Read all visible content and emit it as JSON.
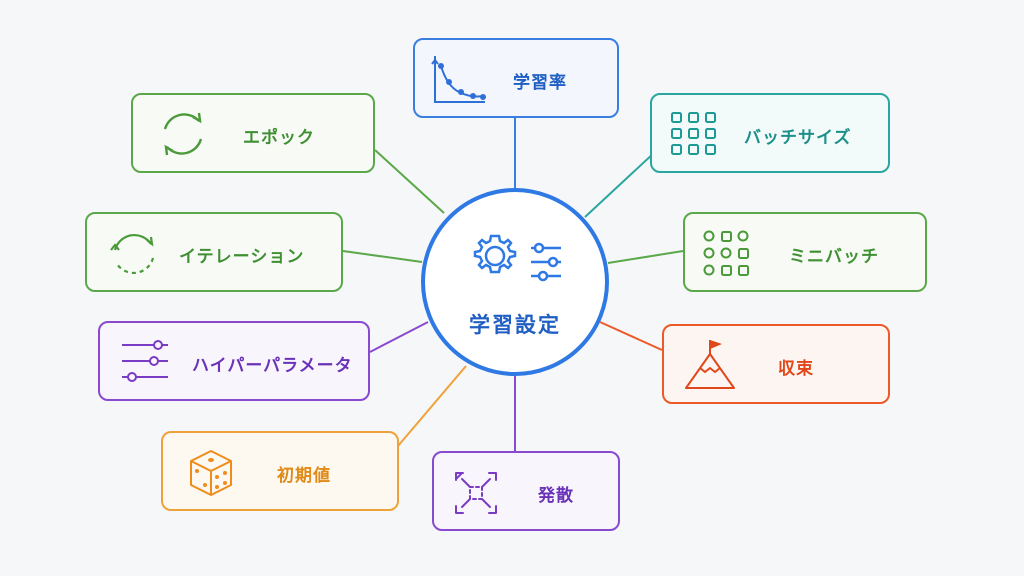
{
  "center": {
    "label": "学習設定",
    "icon": "gear-sliders-icon",
    "color": "#2f79e4"
  },
  "nodes": [
    {
      "id": "learning-rate",
      "label": "学習率",
      "icon": "decay-curve-icon",
      "color": "#3a7fe0"
    },
    {
      "id": "batch-size",
      "label": "バッチサイズ",
      "icon": "grid-icon",
      "color": "#2aa6a0"
    },
    {
      "id": "mini-batch",
      "label": "ミニバッチ",
      "icon": "mini-grid-icon",
      "color": "#5aa84a"
    },
    {
      "id": "convergence",
      "label": "収束",
      "icon": "mountain-flag-icon",
      "color": "#ec5a2a"
    },
    {
      "id": "divergence",
      "label": "発散",
      "icon": "expand-arrows-icon",
      "color": "#8a4ad0"
    },
    {
      "id": "initial-value",
      "label": "初期値",
      "icon": "dice-icon",
      "color": "#f0a23a"
    },
    {
      "id": "hyperparameter",
      "label": "ハイパーパラメータ",
      "icon": "sliders-icon",
      "color": "#8a4ad0"
    },
    {
      "id": "iteration",
      "label": "イテレーション",
      "icon": "dashed-cycle-icon",
      "color": "#5aa84a"
    },
    {
      "id": "epoch",
      "label": "エポック",
      "icon": "cycle-icon",
      "color": "#5aa84a"
    }
  ]
}
